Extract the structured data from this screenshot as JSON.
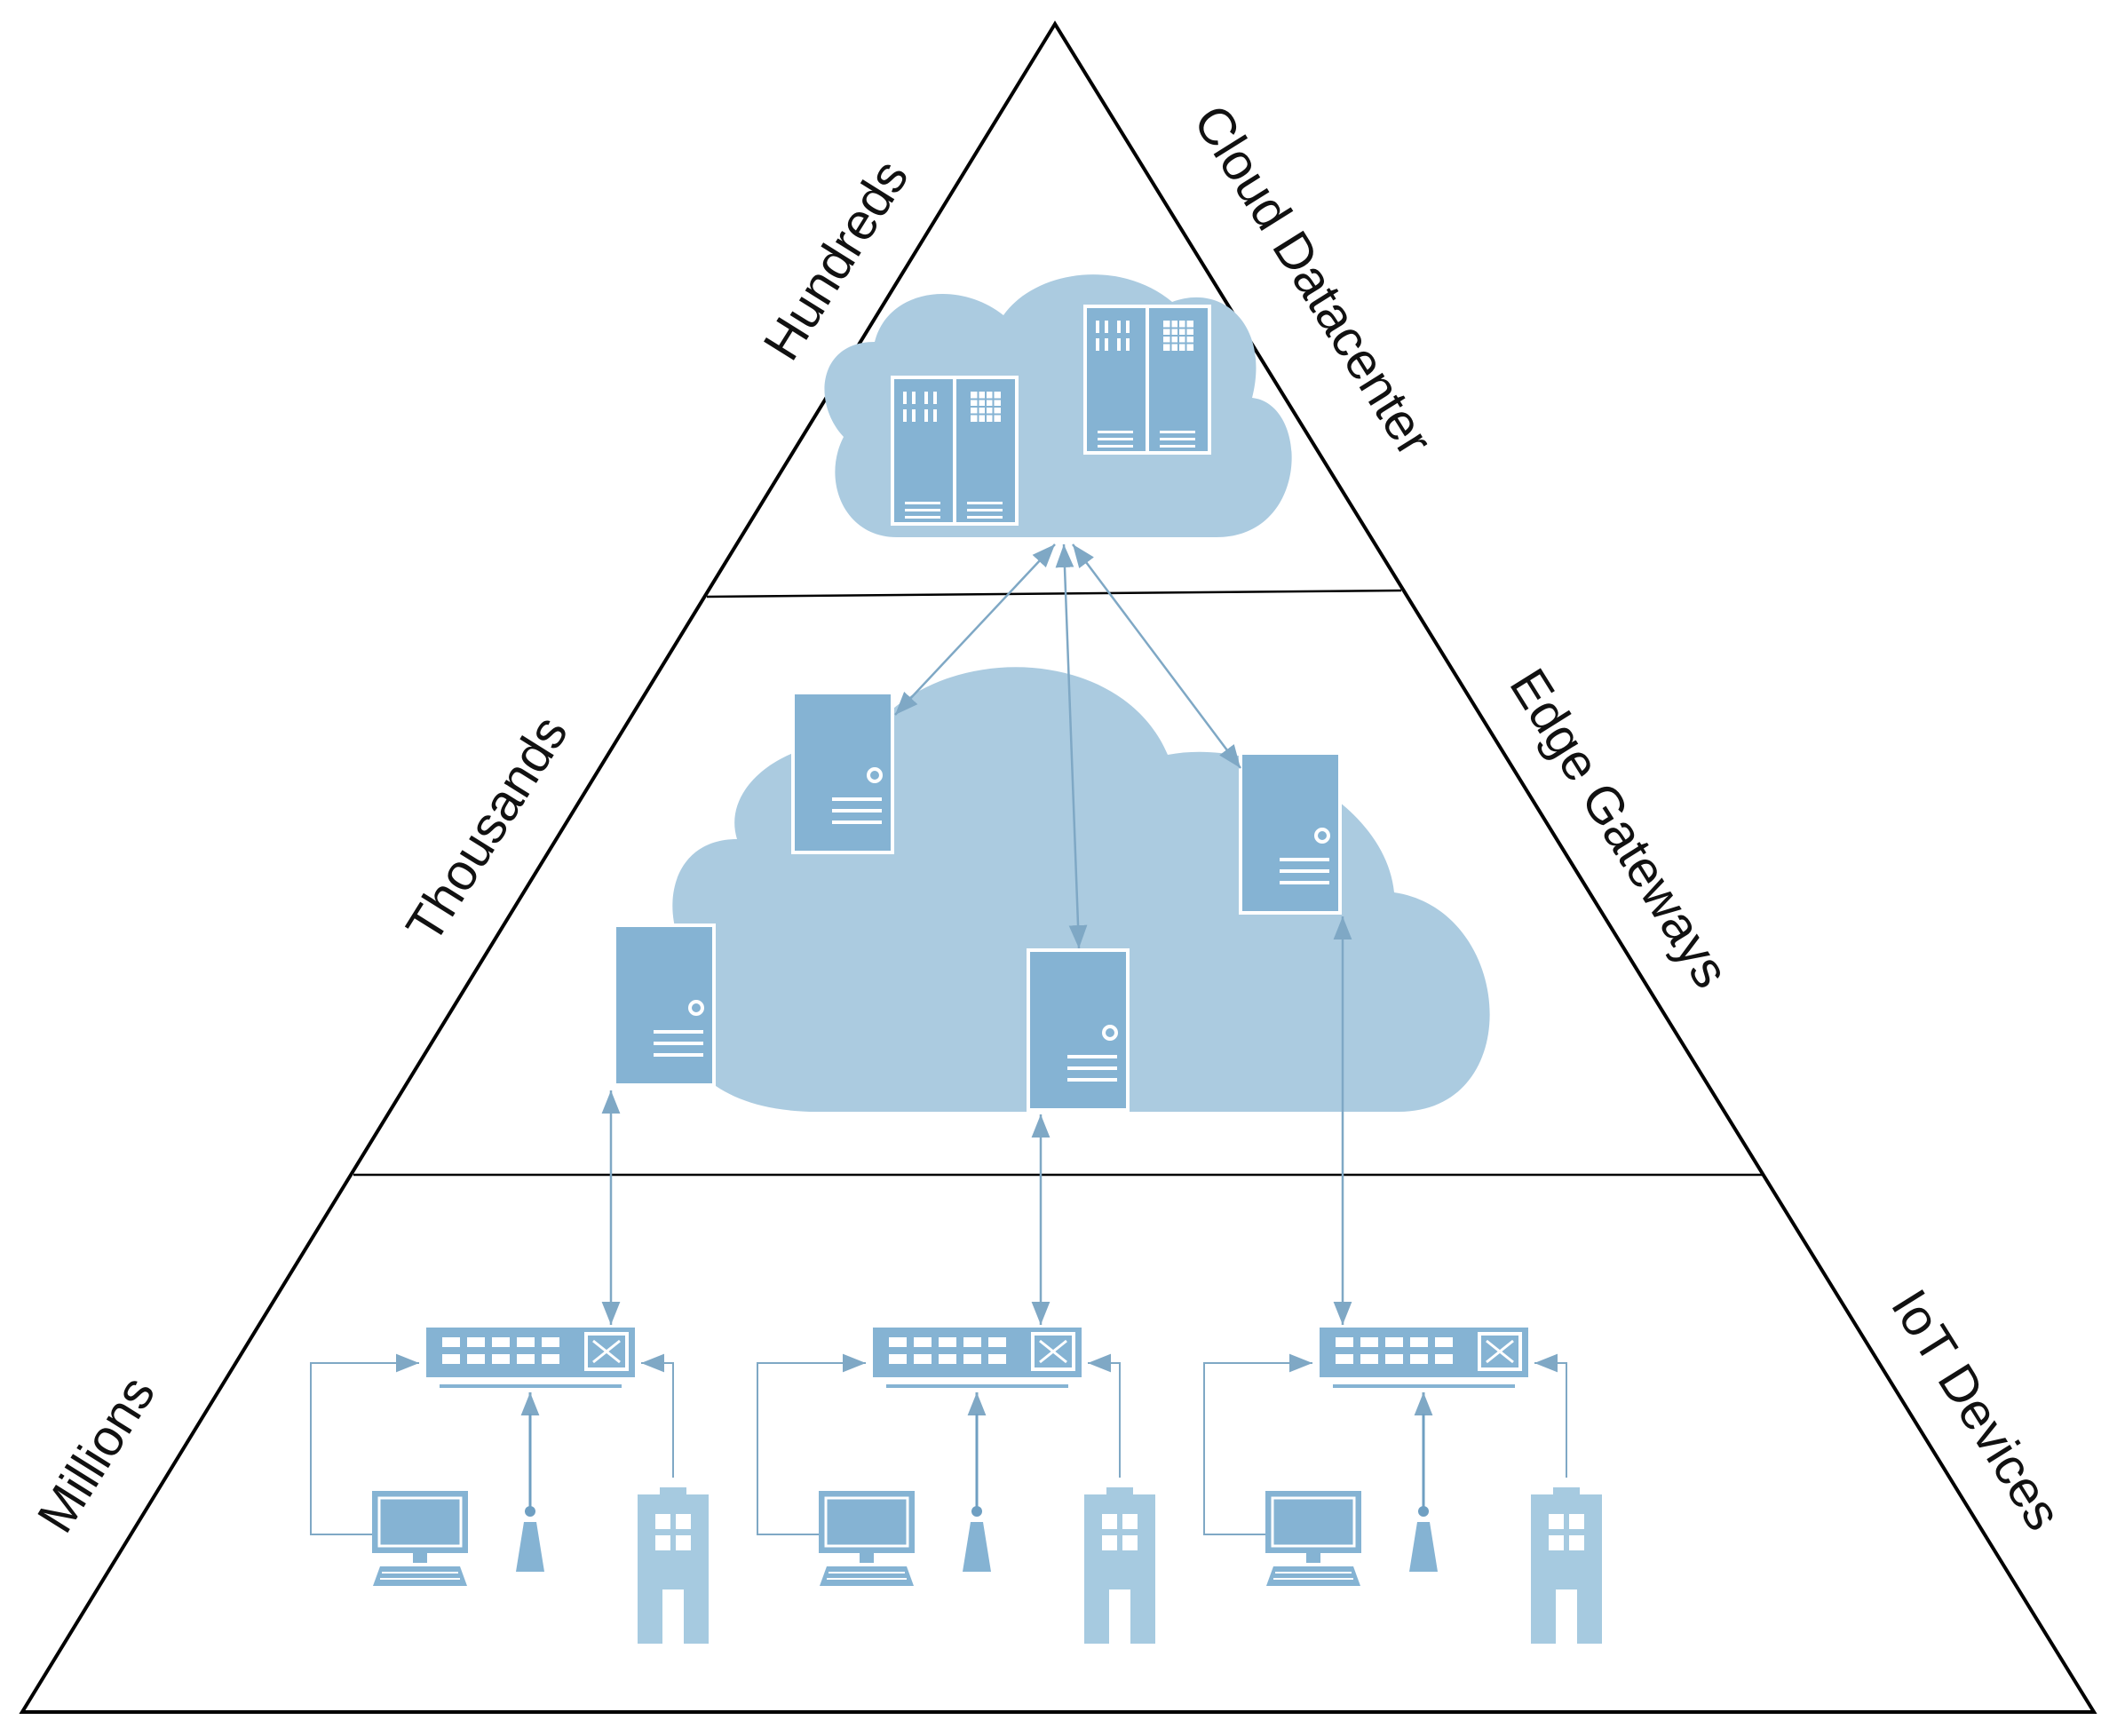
{
  "tiers": [
    {
      "id": "cloud",
      "count_label": "Hundreds",
      "name_label": "Cloud Datacenter"
    },
    {
      "id": "edge",
      "count_label": "Thousands",
      "name_label": "Edge Gateways"
    },
    {
      "id": "iot",
      "count_label": "Millions",
      "name_label": "IoT Devices"
    }
  ],
  "colors": {
    "cloud_fill": "#abcbe0",
    "device_fill": "#85b3d3",
    "light_device": "#a6cae0",
    "line": "#7fa8c5",
    "outline": "#000000"
  }
}
